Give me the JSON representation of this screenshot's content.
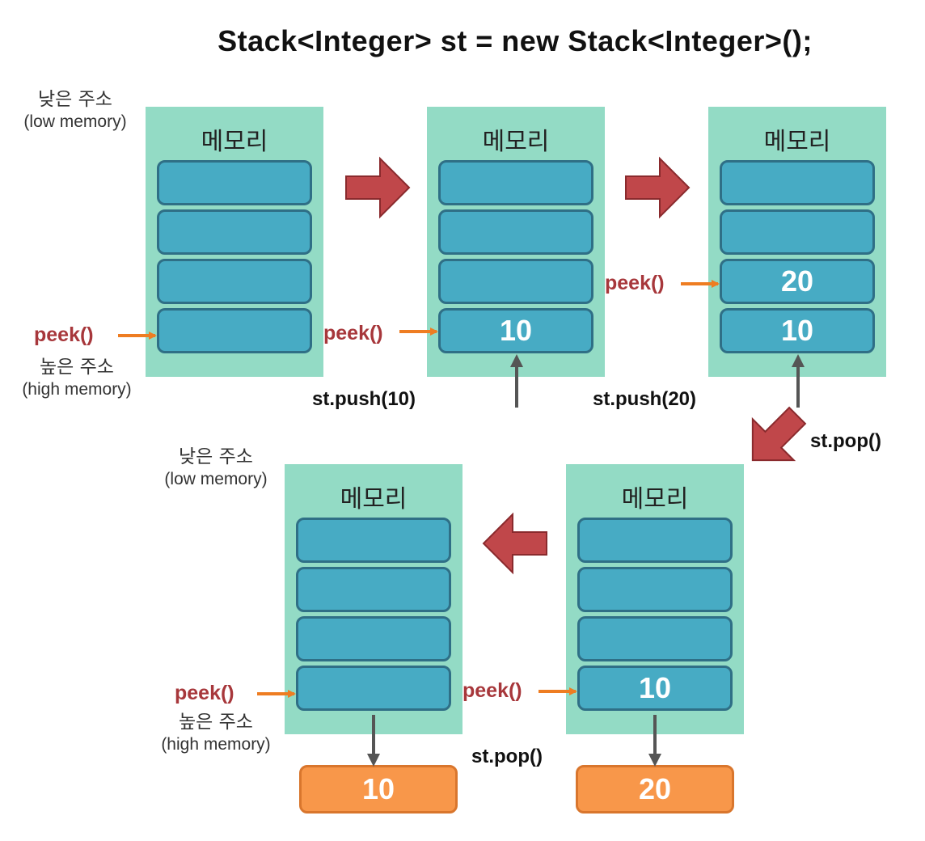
{
  "title": "Stack<Integer> st = new Stack<Integer>();",
  "memory_label": "메모리",
  "low_address": {
    "ko": "낮은 주소",
    "en": "(low memory)"
  },
  "high_address": {
    "ko": "높은 주소",
    "en": "(high memory)"
  },
  "peek_label": "peek()",
  "operations": {
    "push10": "st.push(10)",
    "push20": "st.push(20)",
    "pop_first": "st.pop()",
    "pop_second": "st.pop()"
  },
  "stacks": [
    {
      "name": "initial",
      "cells": [
        "",
        "",
        "",
        ""
      ]
    },
    {
      "name": "after-push-10",
      "cells": [
        "",
        "",
        "",
        "10"
      ]
    },
    {
      "name": "after-push-20",
      "cells": [
        "",
        "",
        "20",
        "10"
      ]
    },
    {
      "name": "after-first-pop",
      "cells": [
        "",
        "",
        "",
        "10"
      ]
    },
    {
      "name": "after-second-pop",
      "cells": [
        "",
        "",
        "",
        ""
      ]
    }
  ],
  "popped_values": {
    "first": "20",
    "second": "10"
  },
  "colors": {
    "panel": "#93dbc5",
    "cell": "#47abc4",
    "cell_border": "#2f6f86",
    "popped": "#f8974a",
    "flow_arrow": "#c0474a",
    "peek_arrow": "#ee7d22",
    "pointer_arrow": "#555555",
    "peek_text": "#a7373b"
  }
}
